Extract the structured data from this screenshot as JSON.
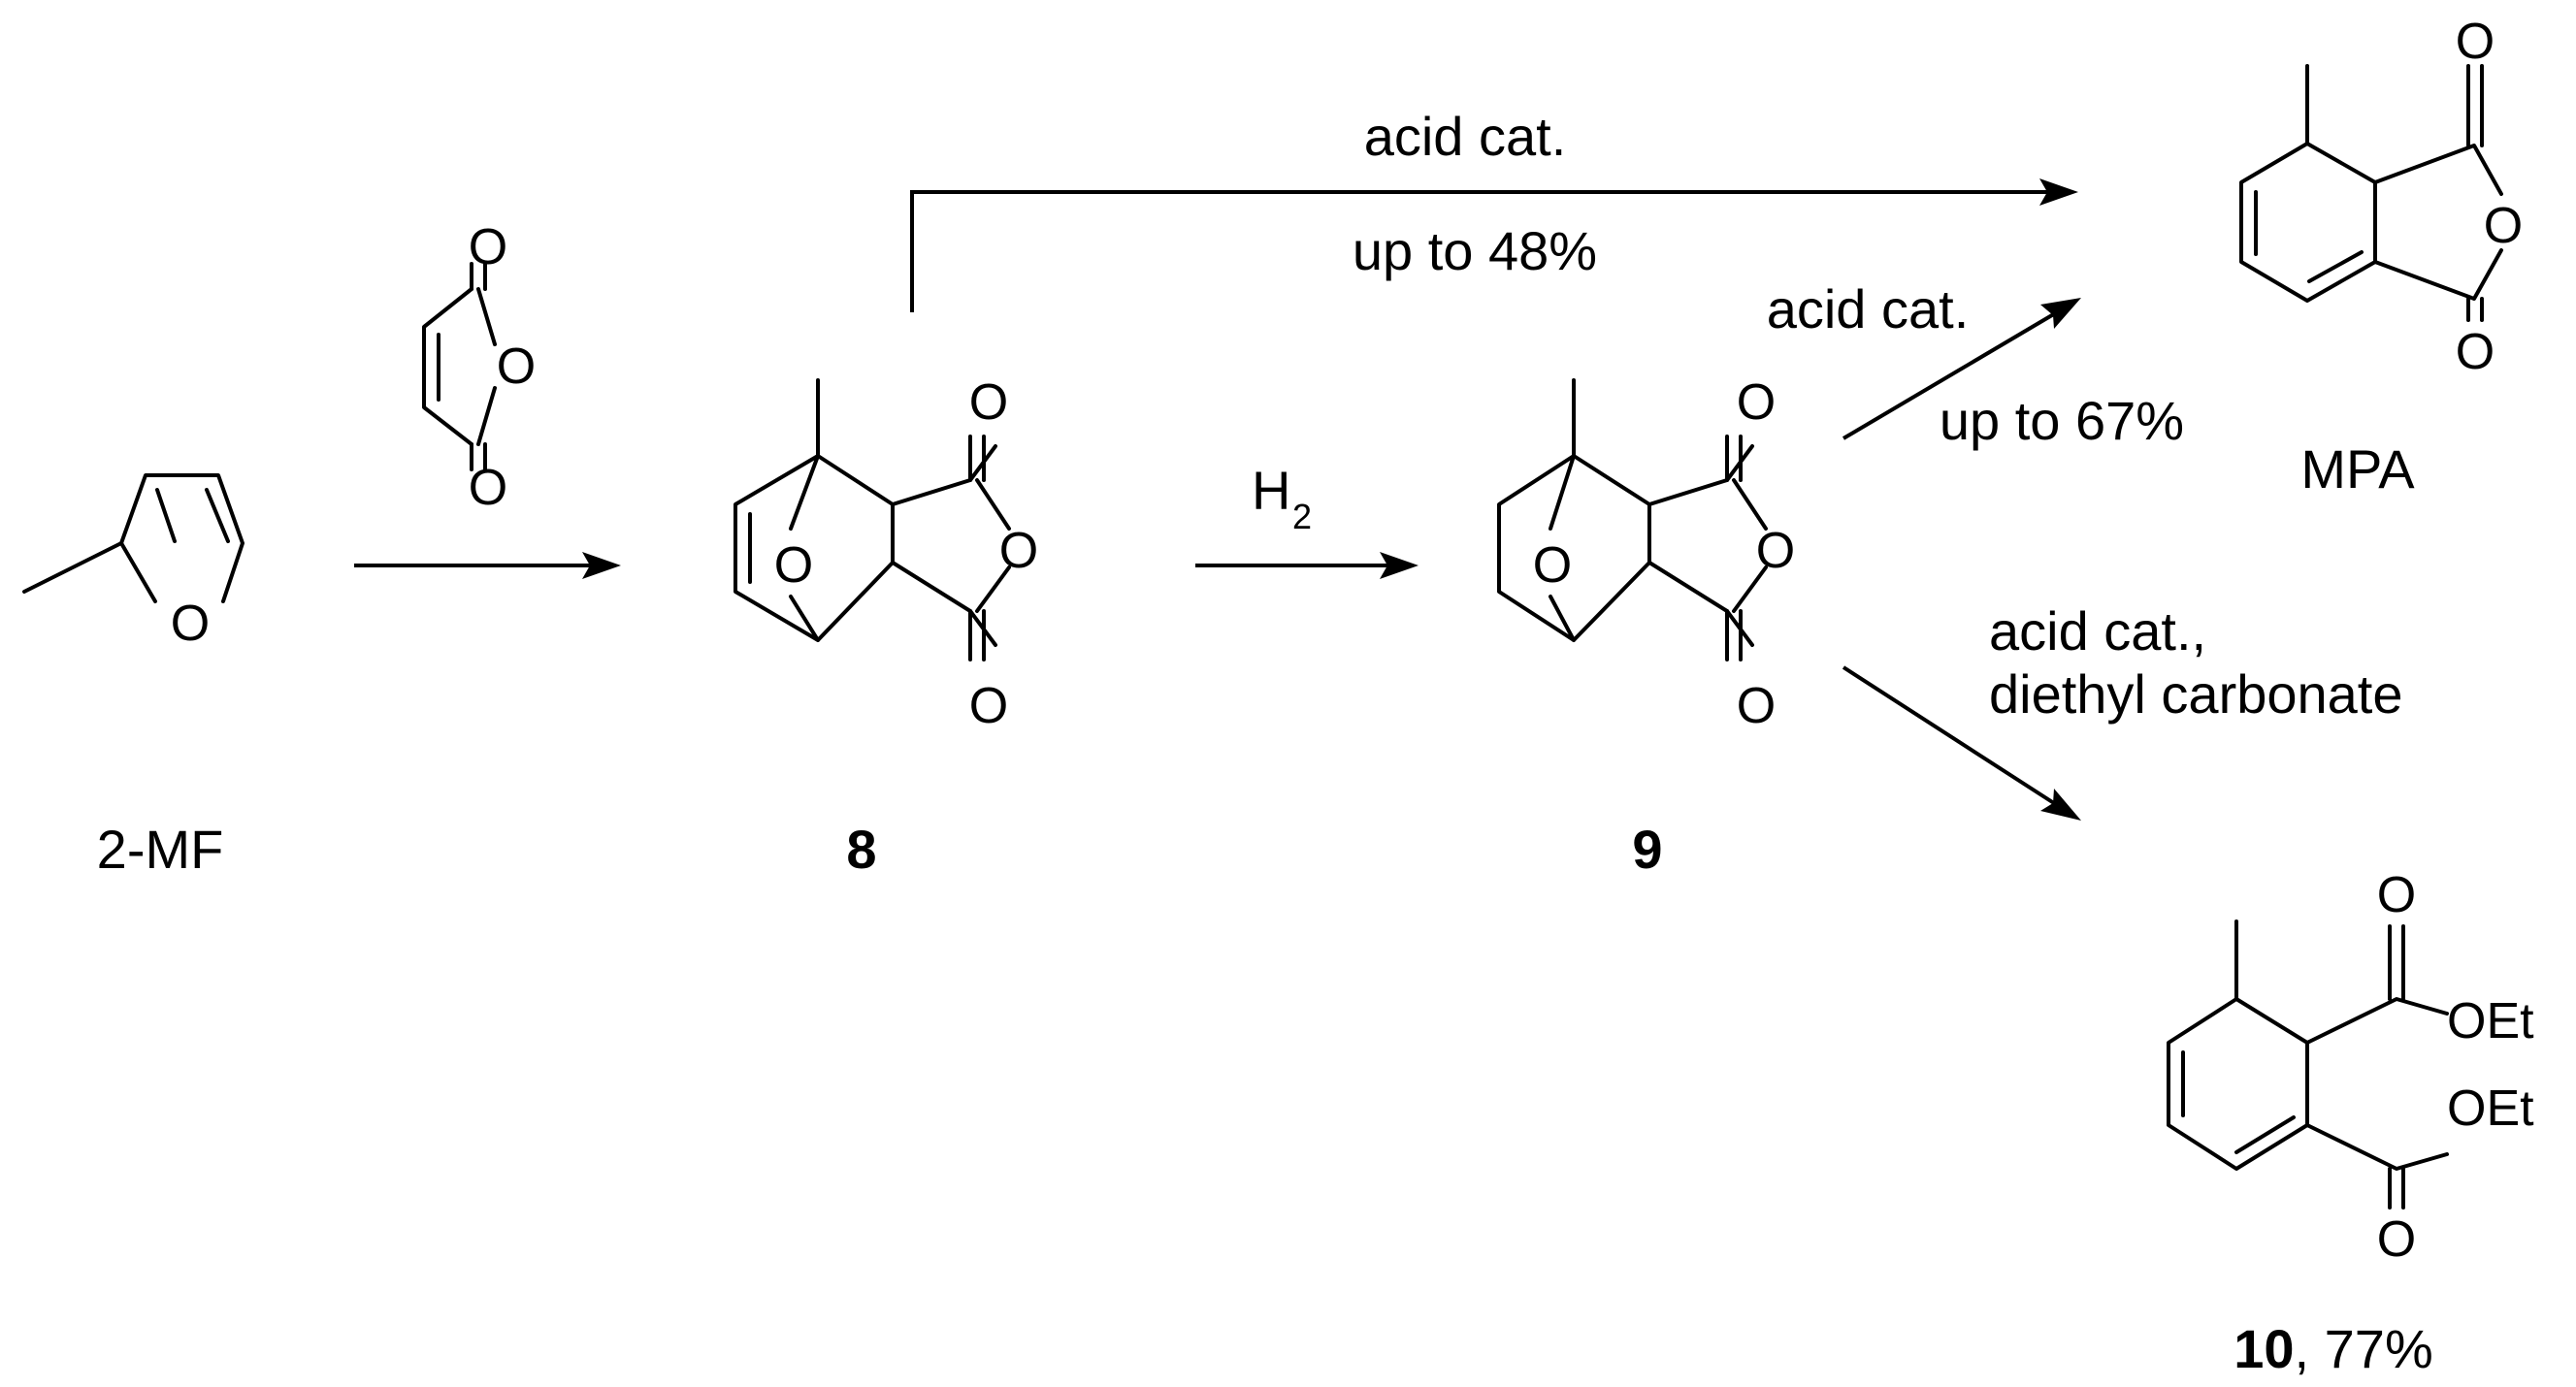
{
  "atoms": {
    "oxygen": "O",
    "ethoxy": "OEt",
    "hydrogen": "H",
    "h2_subscript": "2"
  },
  "compounds": {
    "mf": {
      "label": "2-MF"
    },
    "c8": {
      "label": "8"
    },
    "c9": {
      "label": "9"
    },
    "mpa": {
      "label": "MPA"
    },
    "c10": {
      "label": "10",
      "yield": ", 77%"
    }
  },
  "conditions": {
    "top_arrow_above": "acid cat.",
    "top_arrow_below": "up to 48%",
    "upper_diag_above": "acid cat.",
    "upper_diag_below": "up to 67%",
    "lower_diag_line1": "acid cat.,",
    "lower_diag_line2": "diethyl carbonate"
  }
}
